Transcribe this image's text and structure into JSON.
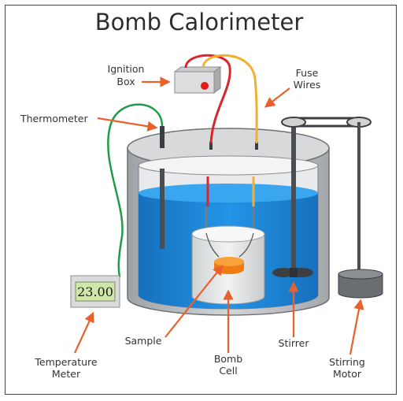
{
  "title": "Bomb Calorimeter",
  "labels": {
    "ignition_box_line1": "Ignition",
    "ignition_box_line2": "Box",
    "fuse_wires_line1": "Fuse",
    "fuse_wires_line2": "Wires",
    "thermometer": "Thermometer",
    "temperature_meter_line1": "Temperature",
    "temperature_meter_line2": "Meter",
    "sample": "Sample",
    "bomb_cell_line1": "Bomb",
    "bomb_cell_line2": "Cell",
    "stirrer": "Stirrer",
    "stirring_motor_line1": "Stirring",
    "stirring_motor_line2": "Motor"
  },
  "meter_reading": "23.00",
  "colors": {
    "water": "#1e86d6",
    "water_top": "#2f98e6",
    "arrow": "#e8602c",
    "sample": "#f58220",
    "red_wire": "#d9262b",
    "yellow_wire": "#f2b033",
    "green_wire": "#1e9c48",
    "meter_screen": "#cfe7a9",
    "vessel_grey": "#b9bcc0"
  }
}
